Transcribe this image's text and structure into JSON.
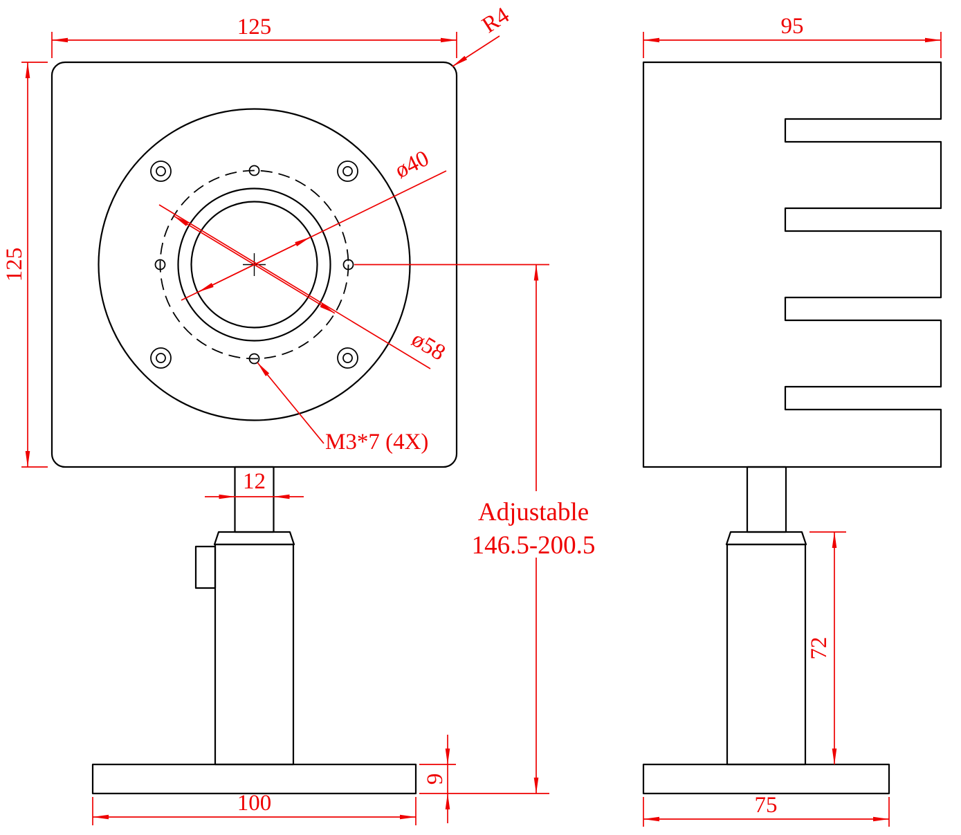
{
  "colors": {
    "geometry": "#000000",
    "dimension": "#ee0000",
    "background": "#ffffff"
  },
  "front_view": {
    "dim_overall_width": "125",
    "dim_overall_height": "125",
    "corner_radius": "R4",
    "dia_inner": "ø40",
    "dia_bolt_circle": "ø58",
    "thread_callout": "M3*7 (4X)",
    "dim_stem_width": "12",
    "dim_base_width": "100",
    "dim_base_thickness": "9",
    "adjustable_label": "Adjustable",
    "adjustable_range": "146.5-200.5"
  },
  "side_view": {
    "dim_overall_width": "95",
    "dim_post_height": "72",
    "dim_base_width": "75"
  }
}
